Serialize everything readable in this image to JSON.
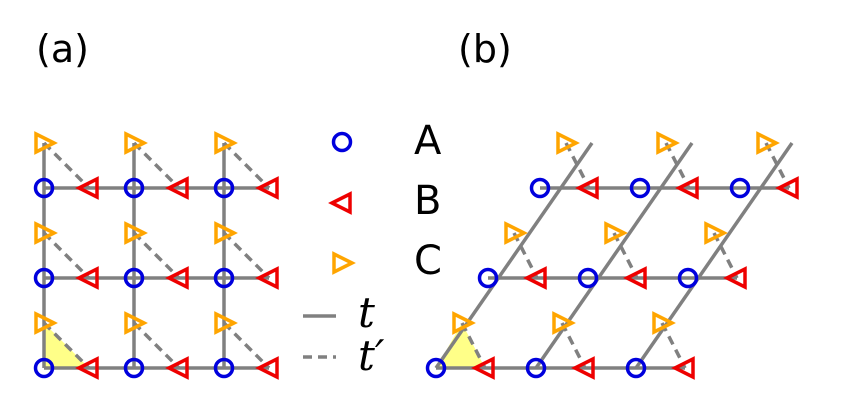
{
  "panel_labels": {
    "a": "(a)",
    "b": "(b)"
  },
  "legend": {
    "site_a": "A",
    "site_b": "B",
    "site_c": "C",
    "hop_t": "t",
    "hop_t_prime": "t′"
  },
  "colors": {
    "site_a": "#0000dd",
    "site_b": "#ee0000",
    "site_c": "#ffa500",
    "bond": "#808080",
    "triangle_fill": "#ffff88"
  }
}
